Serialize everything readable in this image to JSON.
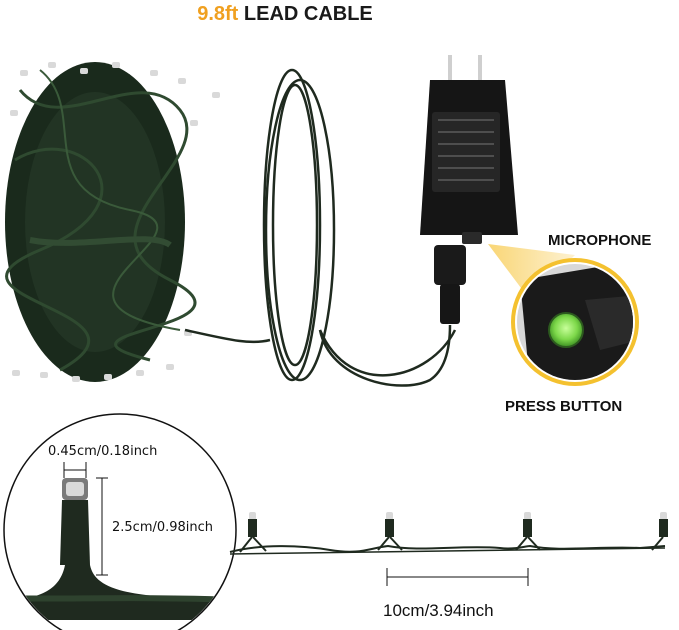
{
  "title": {
    "highlight": "9.8ft",
    "rest": " LEAD CABLE"
  },
  "labels": {
    "microphone": "MICROPHONE",
    "press_button": "PRESS BUTTON",
    "bulb_width": "0.45cm/0.18inch",
    "bulb_height": "2.5cm/0.98inch",
    "spacing": "10cm/3.94inch"
  },
  "colors": {
    "accent": "#f0a020",
    "wire": "#1f2a1f",
    "adapter": "#151515",
    "button_green": "#7dd84a"
  }
}
